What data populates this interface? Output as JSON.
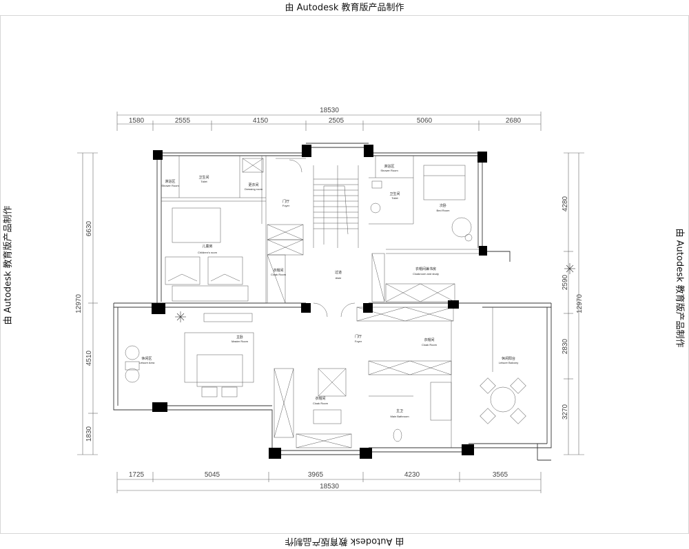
{
  "watermark": "由 Autodesk 教育版产品制作",
  "dimensions": {
    "top_total": "18530",
    "top_segments": [
      "1580",
      "2555",
      "4150",
      "2505",
      "5060",
      "2680"
    ],
    "bottom_total": "18530",
    "bottom_segments": [
      "1725",
      "5045",
      "3965",
      "4230",
      "3565"
    ],
    "left_total": "12970",
    "left_segments": [
      "6630",
      "4510",
      "1830"
    ],
    "right_total": "12970",
    "right_segments": [
      "4280",
      "2590",
      "2830",
      "3270"
    ]
  },
  "rooms": {
    "shower_left": {
      "cn": "淋浴区",
      "en": "Shower Room"
    },
    "toilet_left": {
      "cn": "卫生间",
      "en": "Toilet"
    },
    "dressing": {
      "cn": "更衣间",
      "en": "Dressing room"
    },
    "foyer_top": {
      "cn": "门厅",
      "en": "Foyer"
    },
    "children": {
      "cn": "儿童房",
      "en": "Children's room"
    },
    "cloak_left": {
      "cn": "衣帽间",
      "en": "Cloak Room"
    },
    "aisle": {
      "cn": "过道",
      "en": "Aisle"
    },
    "shower_right": {
      "cn": "淋浴区",
      "en": "Shower Room"
    },
    "toilet_right": {
      "cn": "卫生间",
      "en": "Toilet"
    },
    "bedroom": {
      "cn": "次卧",
      "en": "Bed Room"
    },
    "cloak_study": {
      "cn": "衣帽间兼书房",
      "en": "Cloakroom and study"
    },
    "master": {
      "cn": "主卧",
      "en": "Master Room"
    },
    "leisure_area": {
      "cn": "休闲区",
      "en": "Leisure Area"
    },
    "foyer_mid": {
      "cn": "门厅",
      "en": "Foyer"
    },
    "cloak_mid_right": {
      "cn": "衣帽间",
      "en": "Cloak Room"
    },
    "cloak_bottom": {
      "cn": "衣帽间",
      "en": "Cloak Room"
    },
    "main_bath": {
      "cn": "主卫",
      "en": "Main Bathroom"
    },
    "leisure_balcony": {
      "cn": "休闲阳台",
      "en": "Leisure Balcony"
    }
  }
}
